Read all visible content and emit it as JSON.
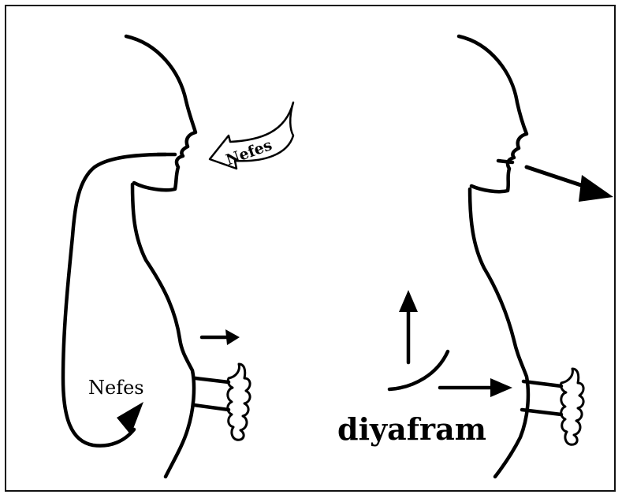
{
  "labels": {
    "breath_arrow_text": "Nefes",
    "inhale_loop_text": "Nefes",
    "diaphragm_text": "diyafram"
  },
  "colors": {
    "line": "#000000",
    "background": "#ffffff",
    "frame": "#111111"
  }
}
